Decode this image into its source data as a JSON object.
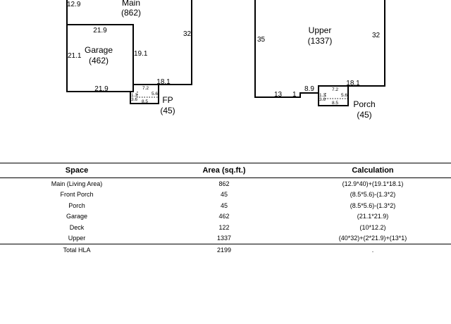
{
  "plan": {
    "left": {
      "main_name": "Main",
      "main_area": "(862)",
      "garage_name": "Garage",
      "garage_area": "(462)",
      "fp_name": "FP",
      "fp_area": "(45)",
      "dims": {
        "main_left": "12.9",
        "garage_top": "21.9",
        "garage_left": "21.1",
        "garage_right": "19.1",
        "garage_bottom": "21.9",
        "main_right": "32",
        "main_bottom": "18.1",
        "fp_a": "7.2",
        "fp_b": "5.6",
        "fp_c": "1.3",
        "fp_d": "3.6",
        "fp_e": "8.5"
      }
    },
    "right": {
      "upper_name": "Upper",
      "upper_area": "(1337)",
      "porch_name": "Porch",
      "porch_area": "(45)",
      "dims": {
        "left": "35",
        "right": "32",
        "bottom_a": "13",
        "bottom_b": "1",
        "bottom_c": "8.9",
        "bottom_d": "18.1",
        "porch_a": "7.2",
        "porch_b": "5.6",
        "porch_c": "1.3",
        "porch_d": "3.6",
        "porch_e": "8.5"
      }
    }
  },
  "table": {
    "headers": {
      "space": "Space",
      "area": "Area (sq.ft.)",
      "calc": "Calculation"
    },
    "rows": [
      {
        "space": "Main (Living Area)",
        "area": "862",
        "calc": "(12.9*40)+(19.1*18.1)"
      },
      {
        "space": "Front Porch",
        "area": "45",
        "calc": "(8.5*5.6)-(1.3*2)"
      },
      {
        "space": "Porch",
        "area": "45",
        "calc": "(8.5*5.6)-(1.3*2)"
      },
      {
        "space": "Garage",
        "area": "462",
        "calc": "(21.1*21.9)"
      },
      {
        "space": "Deck",
        "area": "122",
        "calc": "(10*12.2)"
      },
      {
        "space": "Upper",
        "area": "1337",
        "calc": "(40*32)+(2*21.9)+(13*1)"
      }
    ],
    "total": {
      "space": "Total HLA",
      "area": "2199",
      "calc": "."
    }
  }
}
